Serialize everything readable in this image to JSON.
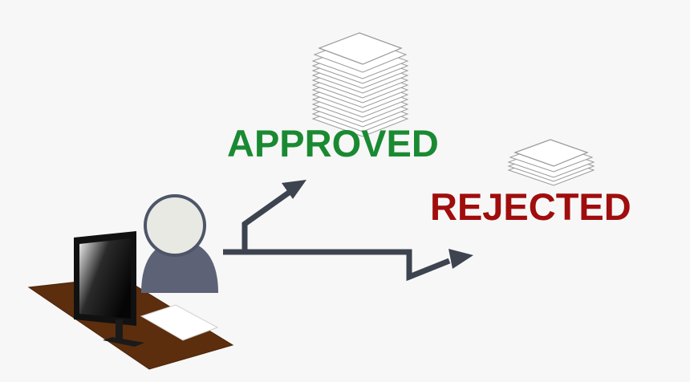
{
  "diagram": {
    "title_labels": {
      "approved": "APPROVED",
      "rejected": "REJECTED"
    },
    "colors": {
      "background": "#f7f7f7",
      "approved_text": "#1a8a32",
      "rejected_text": "#a00d0d",
      "arrow": "#3d4450",
      "desk": "#5a2d0c",
      "desk_top": "#7a3d10",
      "person_body": "#5d6277",
      "person_head": "#e9e9e4",
      "monitor_frame": "#111111",
      "paper": "#ffffff",
      "paper_edge": "#8a8a8a"
    },
    "elements": {
      "desk": "desk",
      "monitor": "computer-monitor",
      "person": "seated-person",
      "desk_paper": "paper-sheet-on-desk",
      "approved_stack": "tall-paper-stack",
      "rejected_stack": "short-paper-stack",
      "arrow_up": "arrow-to-approved",
      "arrow_down": "arrow-to-rejected"
    }
  }
}
